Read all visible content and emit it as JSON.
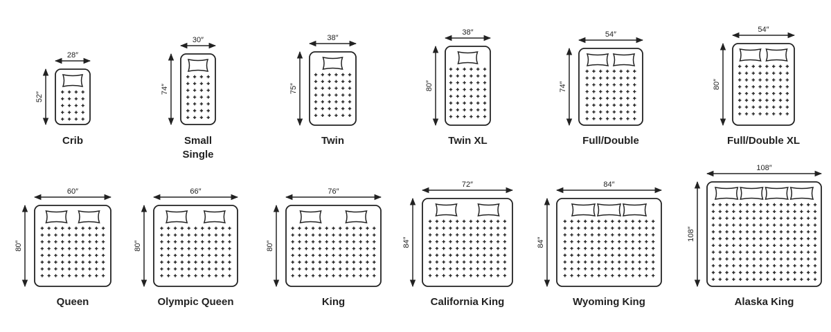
{
  "unit_mark": "″",
  "colors": {
    "stroke": "#222222",
    "background": "#ffffff"
  },
  "mattresses": [
    {
      "name": "Crib",
      "width": "28″",
      "length": "52″",
      "pillows": 1
    },
    {
      "name": "Small Single",
      "name_lines": [
        "Small",
        "Single"
      ],
      "width": "30″",
      "length": "74″",
      "pillows": 1
    },
    {
      "name": "Twin",
      "width": "38″",
      "length": "75″",
      "pillows": 1
    },
    {
      "name": "Twin XL",
      "width": "38″",
      "length": "80″",
      "pillows": 1
    },
    {
      "name": "Full/Double",
      "width": "54″",
      "length": "74″",
      "pillows": 2
    },
    {
      "name": "Full/Double XL",
      "width": "54″",
      "length": "80″",
      "pillows": 2
    },
    {
      "name": "Queen",
      "width": "60″",
      "length": "80″",
      "pillows": 2
    },
    {
      "name": "Olympic Queen",
      "width": "66″",
      "length": "80″",
      "pillows": 2
    },
    {
      "name": "King",
      "width": "76″",
      "length": "80″",
      "pillows": 2
    },
    {
      "name": "California King",
      "width": "72″",
      "length": "84″",
      "pillows": 2
    },
    {
      "name": "Wyoming King",
      "width": "84″",
      "length": "84″",
      "pillows": 3
    },
    {
      "name": "Alaska King",
      "width": "108″",
      "length": "108″",
      "pillows": 4
    }
  ]
}
